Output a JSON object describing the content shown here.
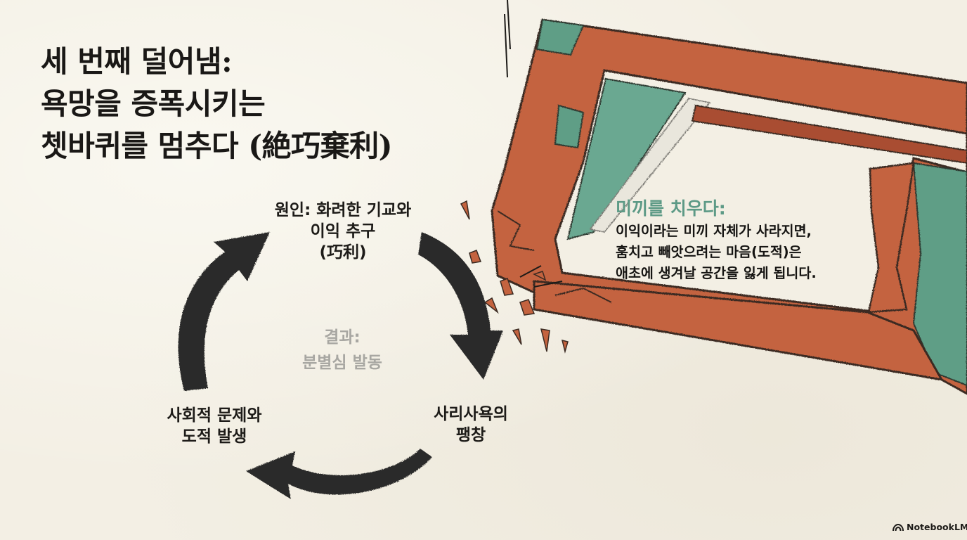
{
  "title": {
    "line1": "세 번째 덜어냄:",
    "line2": "욕망을 증폭시키는",
    "line3": "쳇바퀴를 멈추다 (絶巧棄利)"
  },
  "cycle": {
    "cause": {
      "line1": "원인: 화려한 기교와",
      "line2": "이익 추구",
      "line3": "(巧利)"
    },
    "expand": {
      "line1": "사리사욕의",
      "line2": "팽창"
    },
    "social": {
      "line1": "사회적 문제와",
      "line2": "도적 발생"
    },
    "result": {
      "line1": "결과:",
      "line2": "분별심 발동"
    }
  },
  "callout": {
    "title": "미끼를 치우다:",
    "line1": "이익이라는 미끼 자체가 사라지면,",
    "line2": "훔치고 빼앗으려는 마음(도적)은",
    "line3": "애초에 생겨날 공간을 잃게 됩니다."
  },
  "brand": {
    "name": "NotebookLM",
    "icon": "notebooklm-logo-icon"
  },
  "colors": {
    "frame_red": "#c4633f",
    "frame_dark": "#7a3420",
    "patina_green": "#5f9e86",
    "arrow_dark": "#2b2b29",
    "callout_title": "#5d9a86",
    "result_text": "#a8a7a2"
  }
}
